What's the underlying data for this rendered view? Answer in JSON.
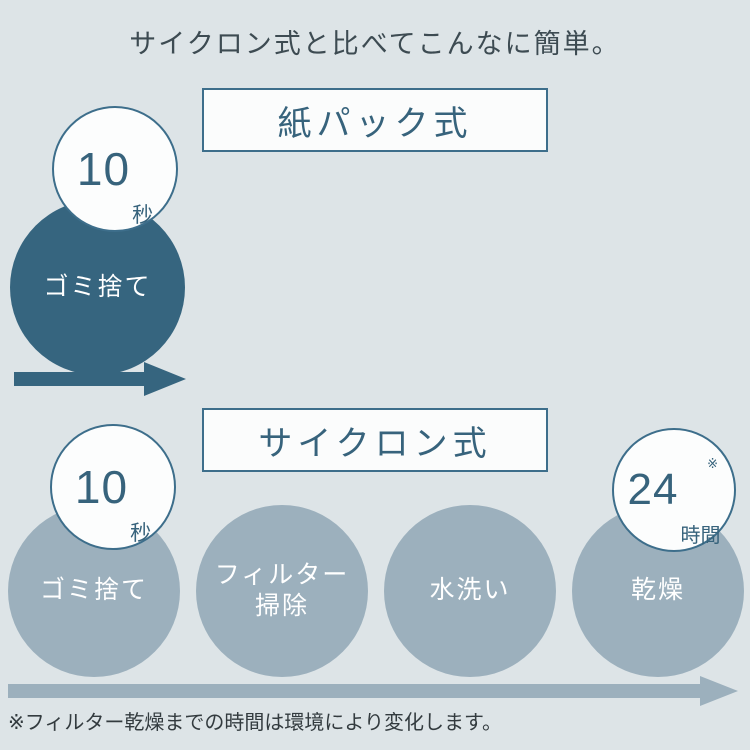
{
  "headline": "サイクロン式と比べてこんなに簡単。",
  "colors": {
    "background": "#dde4e7",
    "accent_dark": "#36657f",
    "accent_border": "#3d6e8b",
    "circle_gray": "#9cb0bd",
    "badge_fill": "#fcfdfd",
    "text_dark": "#3d4b52"
  },
  "sections": [
    {
      "id": "paperpack",
      "title": "紙パック式",
      "arrow": "arrow-right-icon",
      "steps": [
        {
          "label": "ゴミ捨て",
          "style": "dark",
          "badge": {
            "number": "10",
            "unit": "秒",
            "note_mark": ""
          }
        }
      ]
    },
    {
      "id": "cyclone",
      "title": "サイクロン式",
      "arrow": "arrow-right-icon",
      "steps": [
        {
          "label": "ゴミ捨て",
          "style": "gray",
          "badge": {
            "number": "10",
            "unit": "秒",
            "note_mark": ""
          }
        },
        {
          "label": "フィルター\n掃除",
          "label_line1": "フィルター",
          "label_line2": "掃除",
          "style": "gray",
          "badge": null
        },
        {
          "label": "水洗い",
          "style": "gray",
          "badge": null
        },
        {
          "label": "乾燥",
          "style": "gray",
          "badge": {
            "number": "24",
            "unit": "時間",
            "note_mark": "※"
          }
        }
      ]
    }
  ],
  "footnote": "※フィルター乾燥までの時間は環境により変化します。"
}
